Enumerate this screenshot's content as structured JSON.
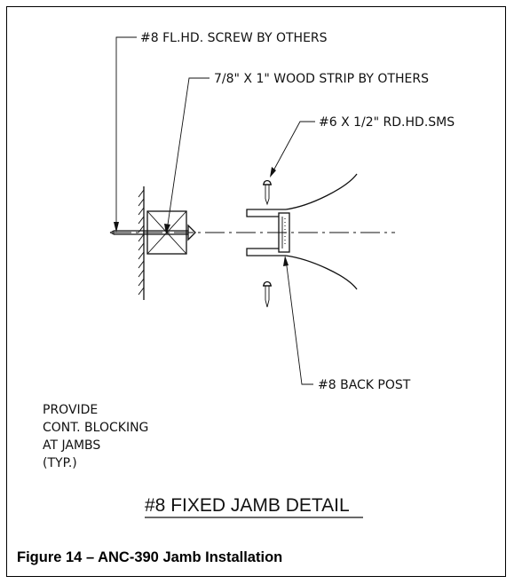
{
  "labels": {
    "screw": "#8 FL.HD. SCREW BY OTHERS",
    "wood_strip": "7/8\" X 1\" WOOD STRIP BY OTHERS",
    "sms": "#6 X 1/2\" RD.HD.SMS",
    "back_post": "#8 BACK POST",
    "note_line1": "PROVIDE",
    "note_line2": "CONT. BLOCKING",
    "note_line3": "AT JAMBS",
    "note_line4": "(TYP.)"
  },
  "detail_title": "#8 FIXED JAMB DETAIL",
  "caption": "Figure 14 – ANC-390 Jamb Installation"
}
